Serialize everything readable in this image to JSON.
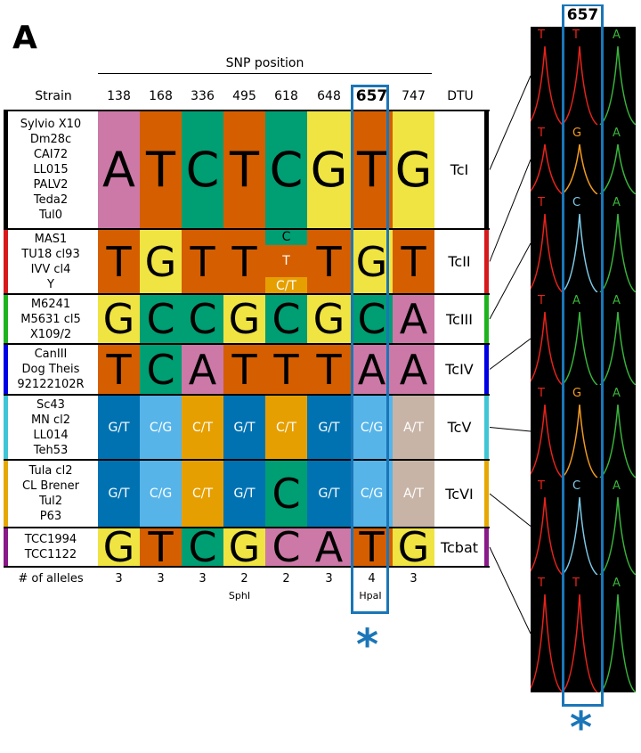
{
  "panel_label": "A",
  "snp_title": "SNP position",
  "header": {
    "strain": "Strain",
    "positions": [
      "138",
      "168",
      "336",
      "495",
      "618",
      "648",
      "657",
      "747"
    ],
    "dtu": "DTU"
  },
  "colors": {
    "pink": "#cc79a7",
    "orange": "#d55e00",
    "teal": "#009e73",
    "yellow": "#f0e442",
    "blue": "#0072b2",
    "lightblue": "#56b4e9",
    "gold": "#e69f00",
    "tan": "#c8b4a7",
    "highlight": "#1a76b8"
  },
  "groups": [
    {
      "dtu": "TcI",
      "strains": [
        "Sylvio X10",
        "Dm28c",
        "CAI72",
        "LL015",
        "PALV2",
        "Teda2",
        "Tul0"
      ],
      "bar": "#000000",
      "cells": [
        [
          "A",
          "pink"
        ],
        [
          "T",
          "orange"
        ],
        [
          "C",
          "teal"
        ],
        [
          "T",
          "orange"
        ],
        [
          "C",
          "teal"
        ],
        [
          "G",
          "yellow"
        ],
        [
          "T",
          "orange"
        ],
        [
          "G",
          "yellow"
        ]
      ]
    },
    {
      "dtu": "TcII",
      "strains": [
        "MAS1",
        "TU18 cl93",
        "IVV cl4",
        "Y"
      ],
      "bar": "#d7191c",
      "cells": [
        [
          "T",
          "orange"
        ],
        [
          "G",
          "yellow"
        ],
        [
          "T",
          "orange"
        ],
        [
          "T",
          "orange"
        ],
        [
          "split",
          "split"
        ],
        [
          "T",
          "orange"
        ],
        [
          "G",
          "yellow"
        ],
        [
          "T",
          "orange"
        ]
      ],
      "split618": [
        "C",
        "T",
        "C/T"
      ]
    },
    {
      "dtu": "TcIII",
      "strains": [
        "M6241",
        "M5631 cl5",
        "X109/2"
      ],
      "bar": "#1db31d",
      "cells": [
        [
          "G",
          "yellow"
        ],
        [
          "C",
          "teal"
        ],
        [
          "C",
          "teal"
        ],
        [
          "G",
          "yellow"
        ],
        [
          "C",
          "teal"
        ],
        [
          "G",
          "yellow"
        ],
        [
          "C",
          "teal"
        ],
        [
          "A",
          "pink"
        ]
      ]
    },
    {
      "dtu": "TcIV",
      "strains": [
        "CanIII",
        "Dog Theis",
        "92122102R"
      ],
      "bar": "#0000e6",
      "cells": [
        [
          "T",
          "orange"
        ],
        [
          "C",
          "teal"
        ],
        [
          "A",
          "pink"
        ],
        [
          "T",
          "orange"
        ],
        [
          "T",
          "orange"
        ],
        [
          "T",
          "orange"
        ],
        [
          "A",
          "pink"
        ],
        [
          "A",
          "pink"
        ]
      ]
    },
    {
      "dtu": "TcV",
      "strains": [
        "Sc43",
        "MN cl2",
        "LL014",
        "Teh53"
      ],
      "bar": "#3ec6d6",
      "cells": [
        [
          "G/T",
          "blue"
        ],
        [
          "C/G",
          "lightblue"
        ],
        [
          "C/T",
          "gold"
        ],
        [
          "G/T",
          "blue"
        ],
        [
          "C/T",
          "gold"
        ],
        [
          "G/T",
          "blue"
        ],
        [
          "C/G",
          "lightblue"
        ],
        [
          "A/T",
          "tan"
        ]
      ]
    },
    {
      "dtu": "TcVI",
      "strains": [
        "Tula cl2",
        "CL Brener",
        "Tul2",
        "P63"
      ],
      "bar": "#e6a800",
      "cells": [
        [
          "G/T",
          "blue"
        ],
        [
          "C/G",
          "lightblue"
        ],
        [
          "C/T",
          "gold"
        ],
        [
          "G/T",
          "blue"
        ],
        [
          "C",
          "teal"
        ],
        [
          "G/T",
          "blue"
        ],
        [
          "C/G",
          "lightblue"
        ],
        [
          "A/T",
          "tan"
        ]
      ]
    },
    {
      "dtu": "Tcbat",
      "strains": [
        "TCC1994",
        "TCC1122"
      ],
      "bar": "#8a1a8a",
      "cells": [
        [
          "G",
          "yellow"
        ],
        [
          "T",
          "orange"
        ],
        [
          "C",
          "teal"
        ],
        [
          "G",
          "yellow"
        ],
        [
          "C",
          "pink"
        ],
        [
          "A",
          "pink"
        ],
        [
          "T",
          "orange"
        ],
        [
          "G",
          "yellow"
        ]
      ]
    }
  ],
  "alleles_label": "# of alleles",
  "alleles": [
    "3",
    "3",
    "3",
    "2",
    "2",
    "3",
    "4",
    "3"
  ],
  "enzymes": {
    "sphi": "SphI",
    "hpai": "HpaI"
  },
  "star": "*",
  "trace_title": "657",
  "traces": [
    [
      "T",
      "T",
      "A"
    ],
    [
      "T",
      "G",
      "A"
    ],
    [
      "T",
      "C",
      "A"
    ],
    [
      "T",
      "A",
      "A"
    ],
    [
      "T",
      "G",
      "A"
    ],
    [
      "T",
      "C",
      "A"
    ],
    [
      "T",
      "T",
      "A"
    ]
  ]
}
